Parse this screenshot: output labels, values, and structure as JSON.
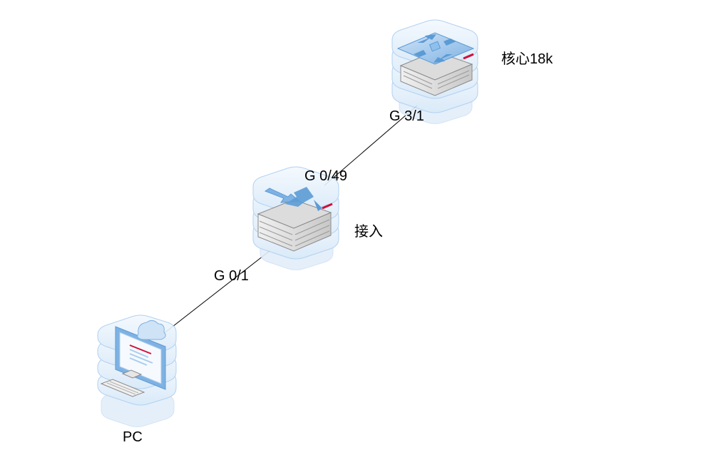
{
  "devices": {
    "core": {
      "label": "核心18k"
    },
    "access": {
      "label": "接入"
    },
    "pc": {
      "label": "PC"
    }
  },
  "links": {
    "core_access": {
      "core_port": "G 3/1",
      "access_port": "G 0/49"
    },
    "access_pc": {
      "access_port": "G 0/1"
    }
  },
  "colors": {
    "stack_fill": "#eaf3fc",
    "stack_edge": "#a9cdf0",
    "device_blue": "#5b9bd5",
    "accent_red": "#d0103a",
    "line": "#000000"
  }
}
